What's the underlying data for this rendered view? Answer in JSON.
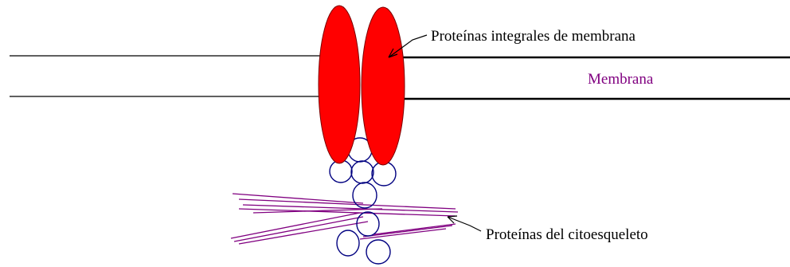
{
  "labels": {
    "integral_proteins": "Proteínas integrales de membrana",
    "membrane": "Membrana",
    "cytoskeleton_proteins": "Proteínas del citoesqueleto"
  },
  "colors": {
    "protein_fill": "#ff0000",
    "protein_stroke": "#7a0000",
    "membrane_line": "#000000",
    "membrane_label": "#800080",
    "cytoskeleton_fiber": "#800080",
    "globular_outline": "#000080",
    "text": "#000000",
    "background": "#ffffff"
  }
}
